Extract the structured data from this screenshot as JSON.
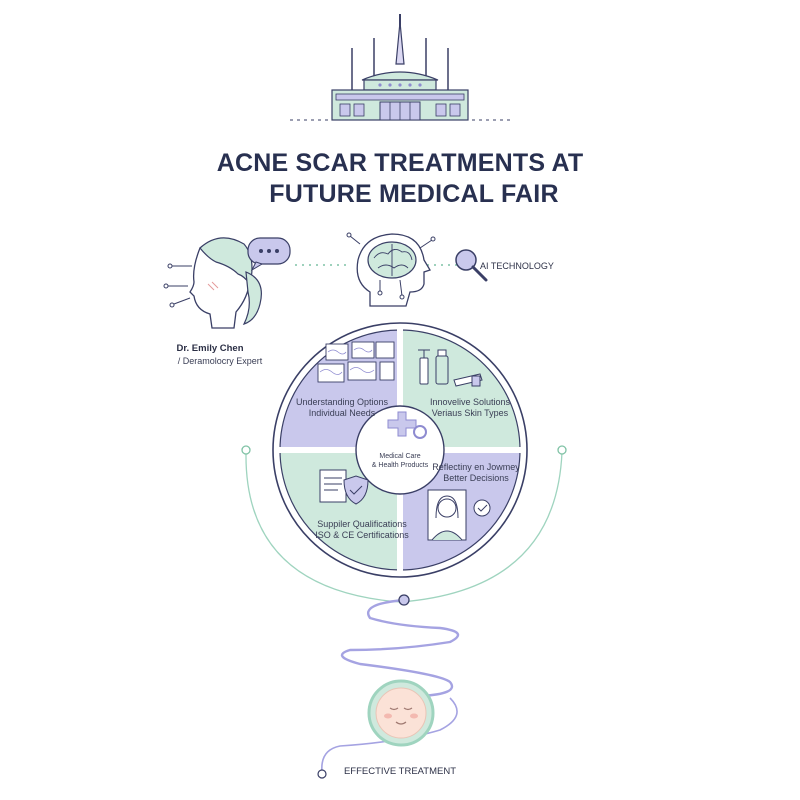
{
  "title": {
    "line1": "ACNE SCAR TREATMENTS AT",
    "line2": "FUTURE MEDICAL FAIR"
  },
  "expert": {
    "name": "Dr. Emily Chen",
    "role": "/ Deramolocry Expert"
  },
  "ai": {
    "label": "AI TECHNOLOGY"
  },
  "center": {
    "line1": "Medical Care",
    "line2": "& Health Products"
  },
  "quadrants": {
    "top_left": {
      "line1": "Understanding Options",
      "line2": "Individual Needs"
    },
    "top_right": {
      "line1": "Innovelive Solutions",
      "line2": "Veriaus Skin Types"
    },
    "bottom_left": {
      "line1": "Suppiler Qualifications",
      "line2": "ISO & CE Certifications"
    },
    "bottom_right": {
      "line1": "Reflectiny en Jowmey",
      "line2": "Better Decisions"
    }
  },
  "footer": {
    "label": "EFFECTIVE TREATMENT"
  },
  "colors": {
    "mint": "#cfe9dd",
    "mint_stroke": "#7fc2a5",
    "lavender": "#c9c8ec",
    "lavender_stroke": "#8e8bd0",
    "navy": "#283050"
  }
}
